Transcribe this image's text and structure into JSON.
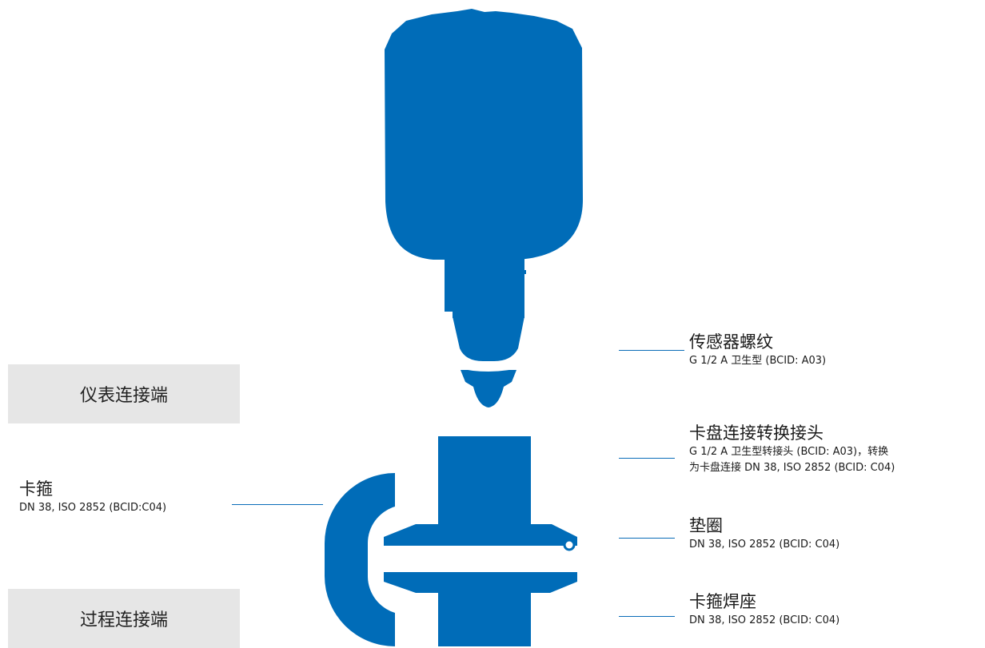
{
  "colors": {
    "product_blue": "#006CB8",
    "side_box_bg": "#E6E6E6",
    "leader_line": "#0A6CB8"
  },
  "side_boxes": {
    "instrument_side": "仪表连接端",
    "process_side": "过程连接端"
  },
  "callouts": {
    "sensor_thread": {
      "title": "传感器螺纹",
      "detail": "G 1/2 A 卫生型 (BCID: A03)"
    },
    "adapter": {
      "title": "卡盘连接转换接头",
      "detail_line1": "G 1/2 A 卫生型转接头 (BCID: A03)，转换",
      "detail_line2": "为卡盘连接 DN 38, ISO 2852 (BCID: C04)"
    },
    "gasket": {
      "title": "垫圈",
      "detail": "DN 38, ISO 2852 (BCID: C04)"
    },
    "weld_ferrule": {
      "title": "卡箍焊座",
      "detail": "DN 38, ISO 2852 (BCID: C04)"
    },
    "clamp": {
      "title": "卡箍",
      "detail": "DN 38, ISO 2852 (BCID:C04)"
    }
  }
}
